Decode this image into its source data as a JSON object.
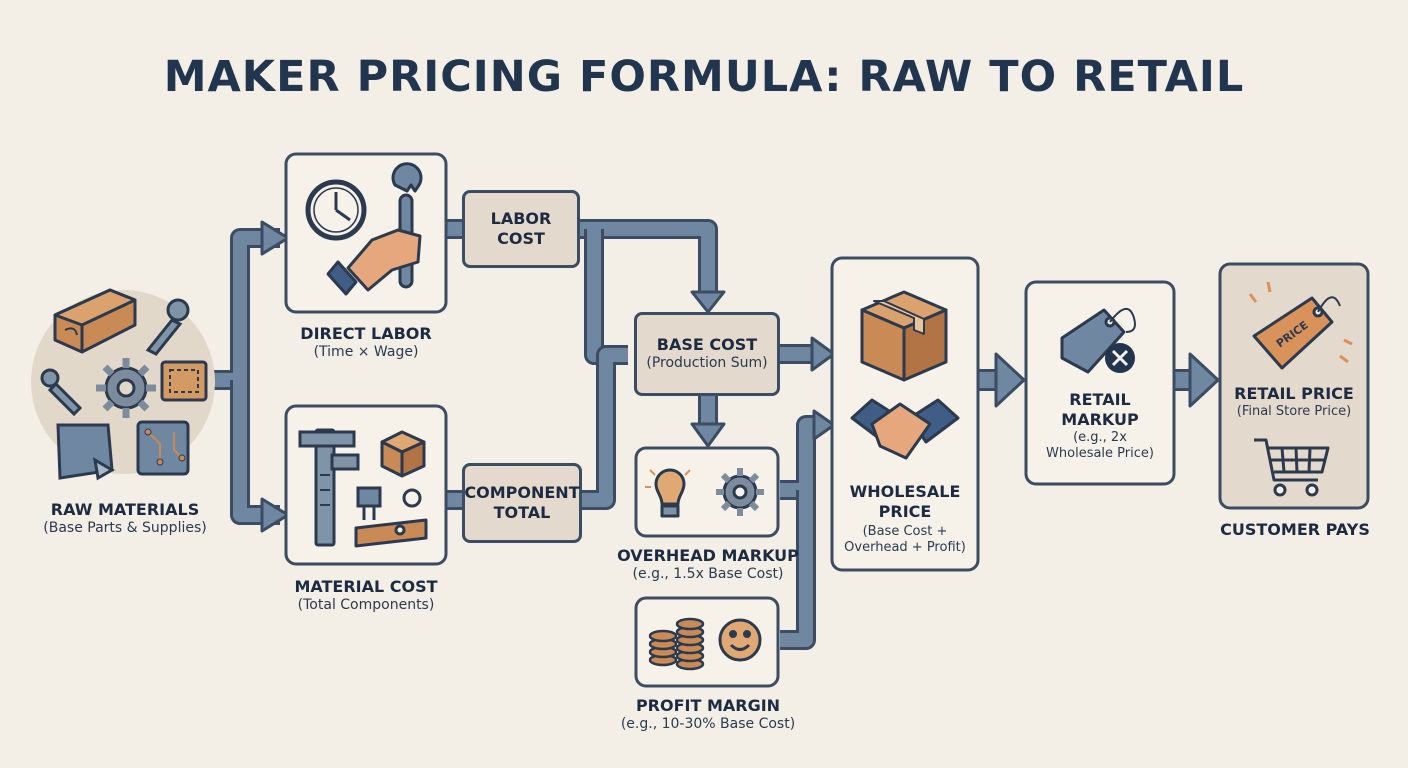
{
  "title": "MAKER PRICING FORMULA: RAW TO RETAIL",
  "raw_materials": {
    "label": "RAW MATERIALS",
    "sub": "(Base Parts & Supplies)"
  },
  "direct_labor": {
    "label": "DIRECT LABOR",
    "sub": "(Time × Wage)"
  },
  "material_cost": {
    "label": "MATERIAL COST",
    "sub": "(Total Components)"
  },
  "labor_cost": {
    "line1": "LABOR",
    "line2": "COST"
  },
  "component_total": {
    "line1": "COMPONENT",
    "line2": "TOTAL"
  },
  "base_cost": {
    "label": "BASE COST",
    "sub": "(Production Sum)"
  },
  "overhead": {
    "label": "OVERHEAD MARKUP",
    "sub": "(e.g., 1.5x Base Cost)"
  },
  "profit": {
    "label": "PROFIT MARGIN",
    "sub": "(e.g., 10-30% Base Cost)"
  },
  "wholesale": {
    "line1": "WHOLESALE",
    "line2": "PRICE",
    "sub1": "(Base Cost +",
    "sub2": "Overhead + Profit)"
  },
  "retail_markup": {
    "line1": "RETAIL",
    "line2": "MARKUP",
    "sub1": "(e.g., 2x",
    "sub2": "Wholesale Price)"
  },
  "retail_price": {
    "label": "RETAIL PRICE",
    "sub": "(Final Store Price)",
    "tag": "PRICE"
  },
  "customer": {
    "label": "CUSTOMER PAYS"
  },
  "colors": {
    "pipe": "#6f87a0",
    "pipe_edge": "#3b4c63",
    "box_bg": "#f3efe6",
    "pill_bg": "#e3d9cc",
    "accent": "#d9925a"
  }
}
